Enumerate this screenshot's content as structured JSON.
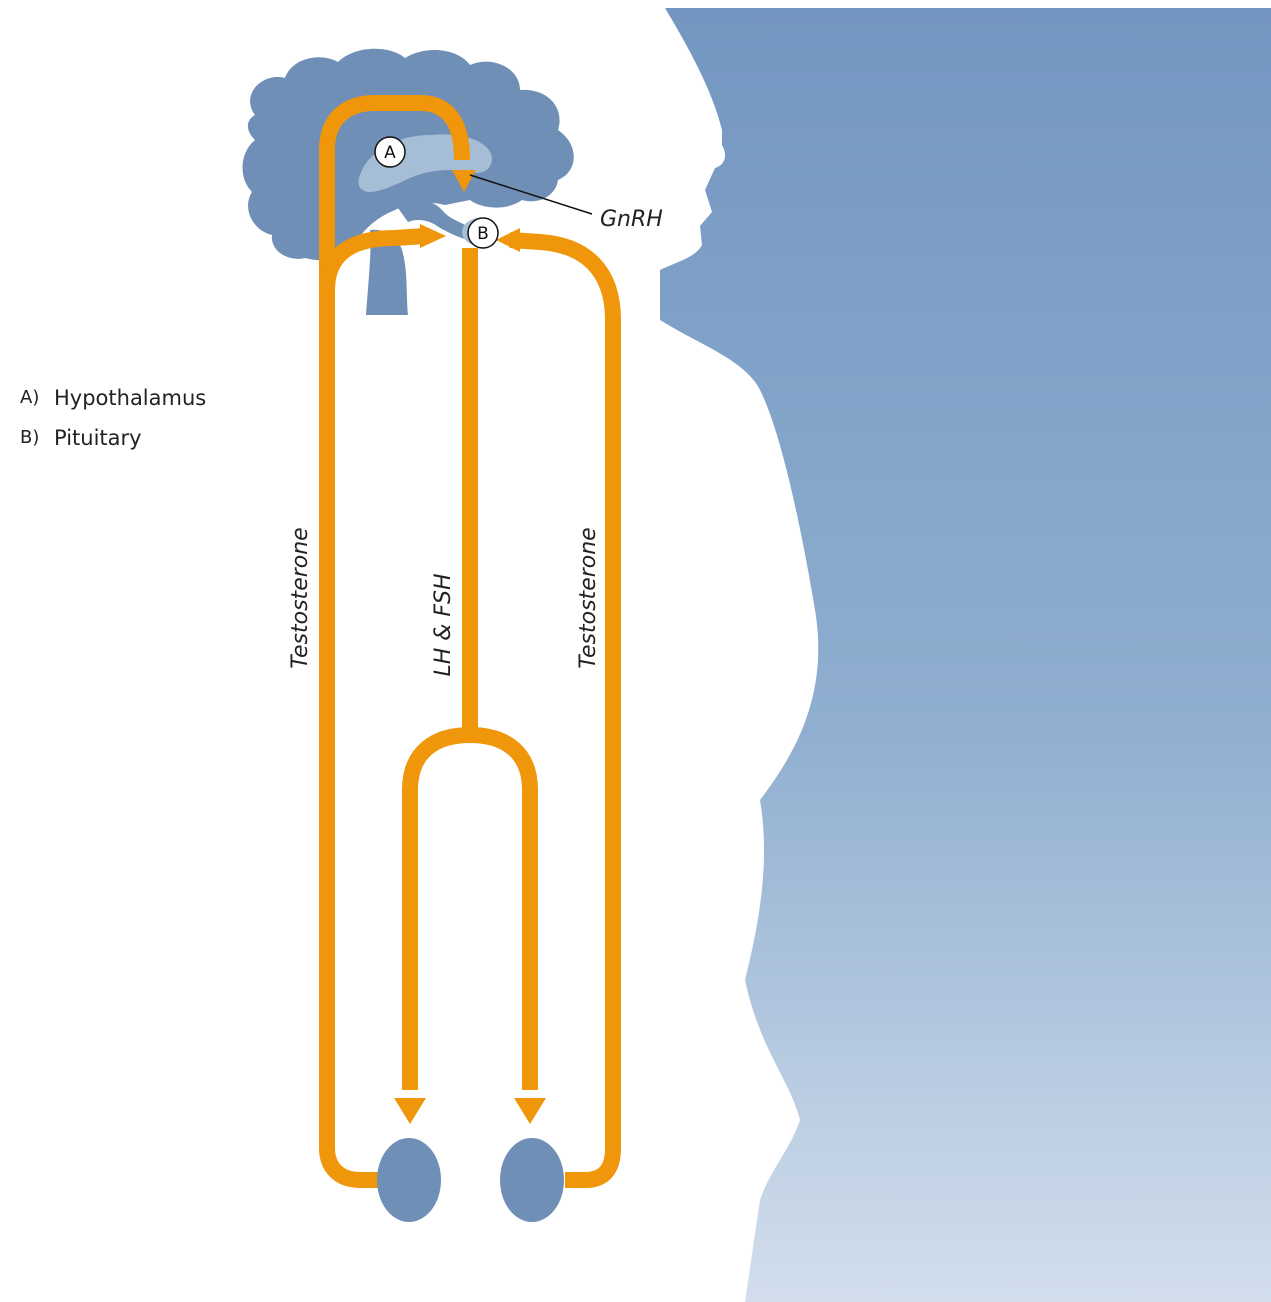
{
  "labels": {
    "hormone_top": "GnRH",
    "left_path": "Testosterone",
    "center_path": "LH & FSH",
    "right_path": "Testosterone"
  },
  "markers": {
    "a": "A",
    "b": "B"
  },
  "legend": {
    "items": [
      {
        "key": "A)",
        "label": "Hypothalamus"
      },
      {
        "key": "B)",
        "label": "Pituitary"
      }
    ]
  },
  "colors": {
    "arrow": "#F0960A",
    "organ": "#6F8FB6",
    "organ_light": "#A6BDD6",
    "silhouette": "#7FA0C6"
  }
}
